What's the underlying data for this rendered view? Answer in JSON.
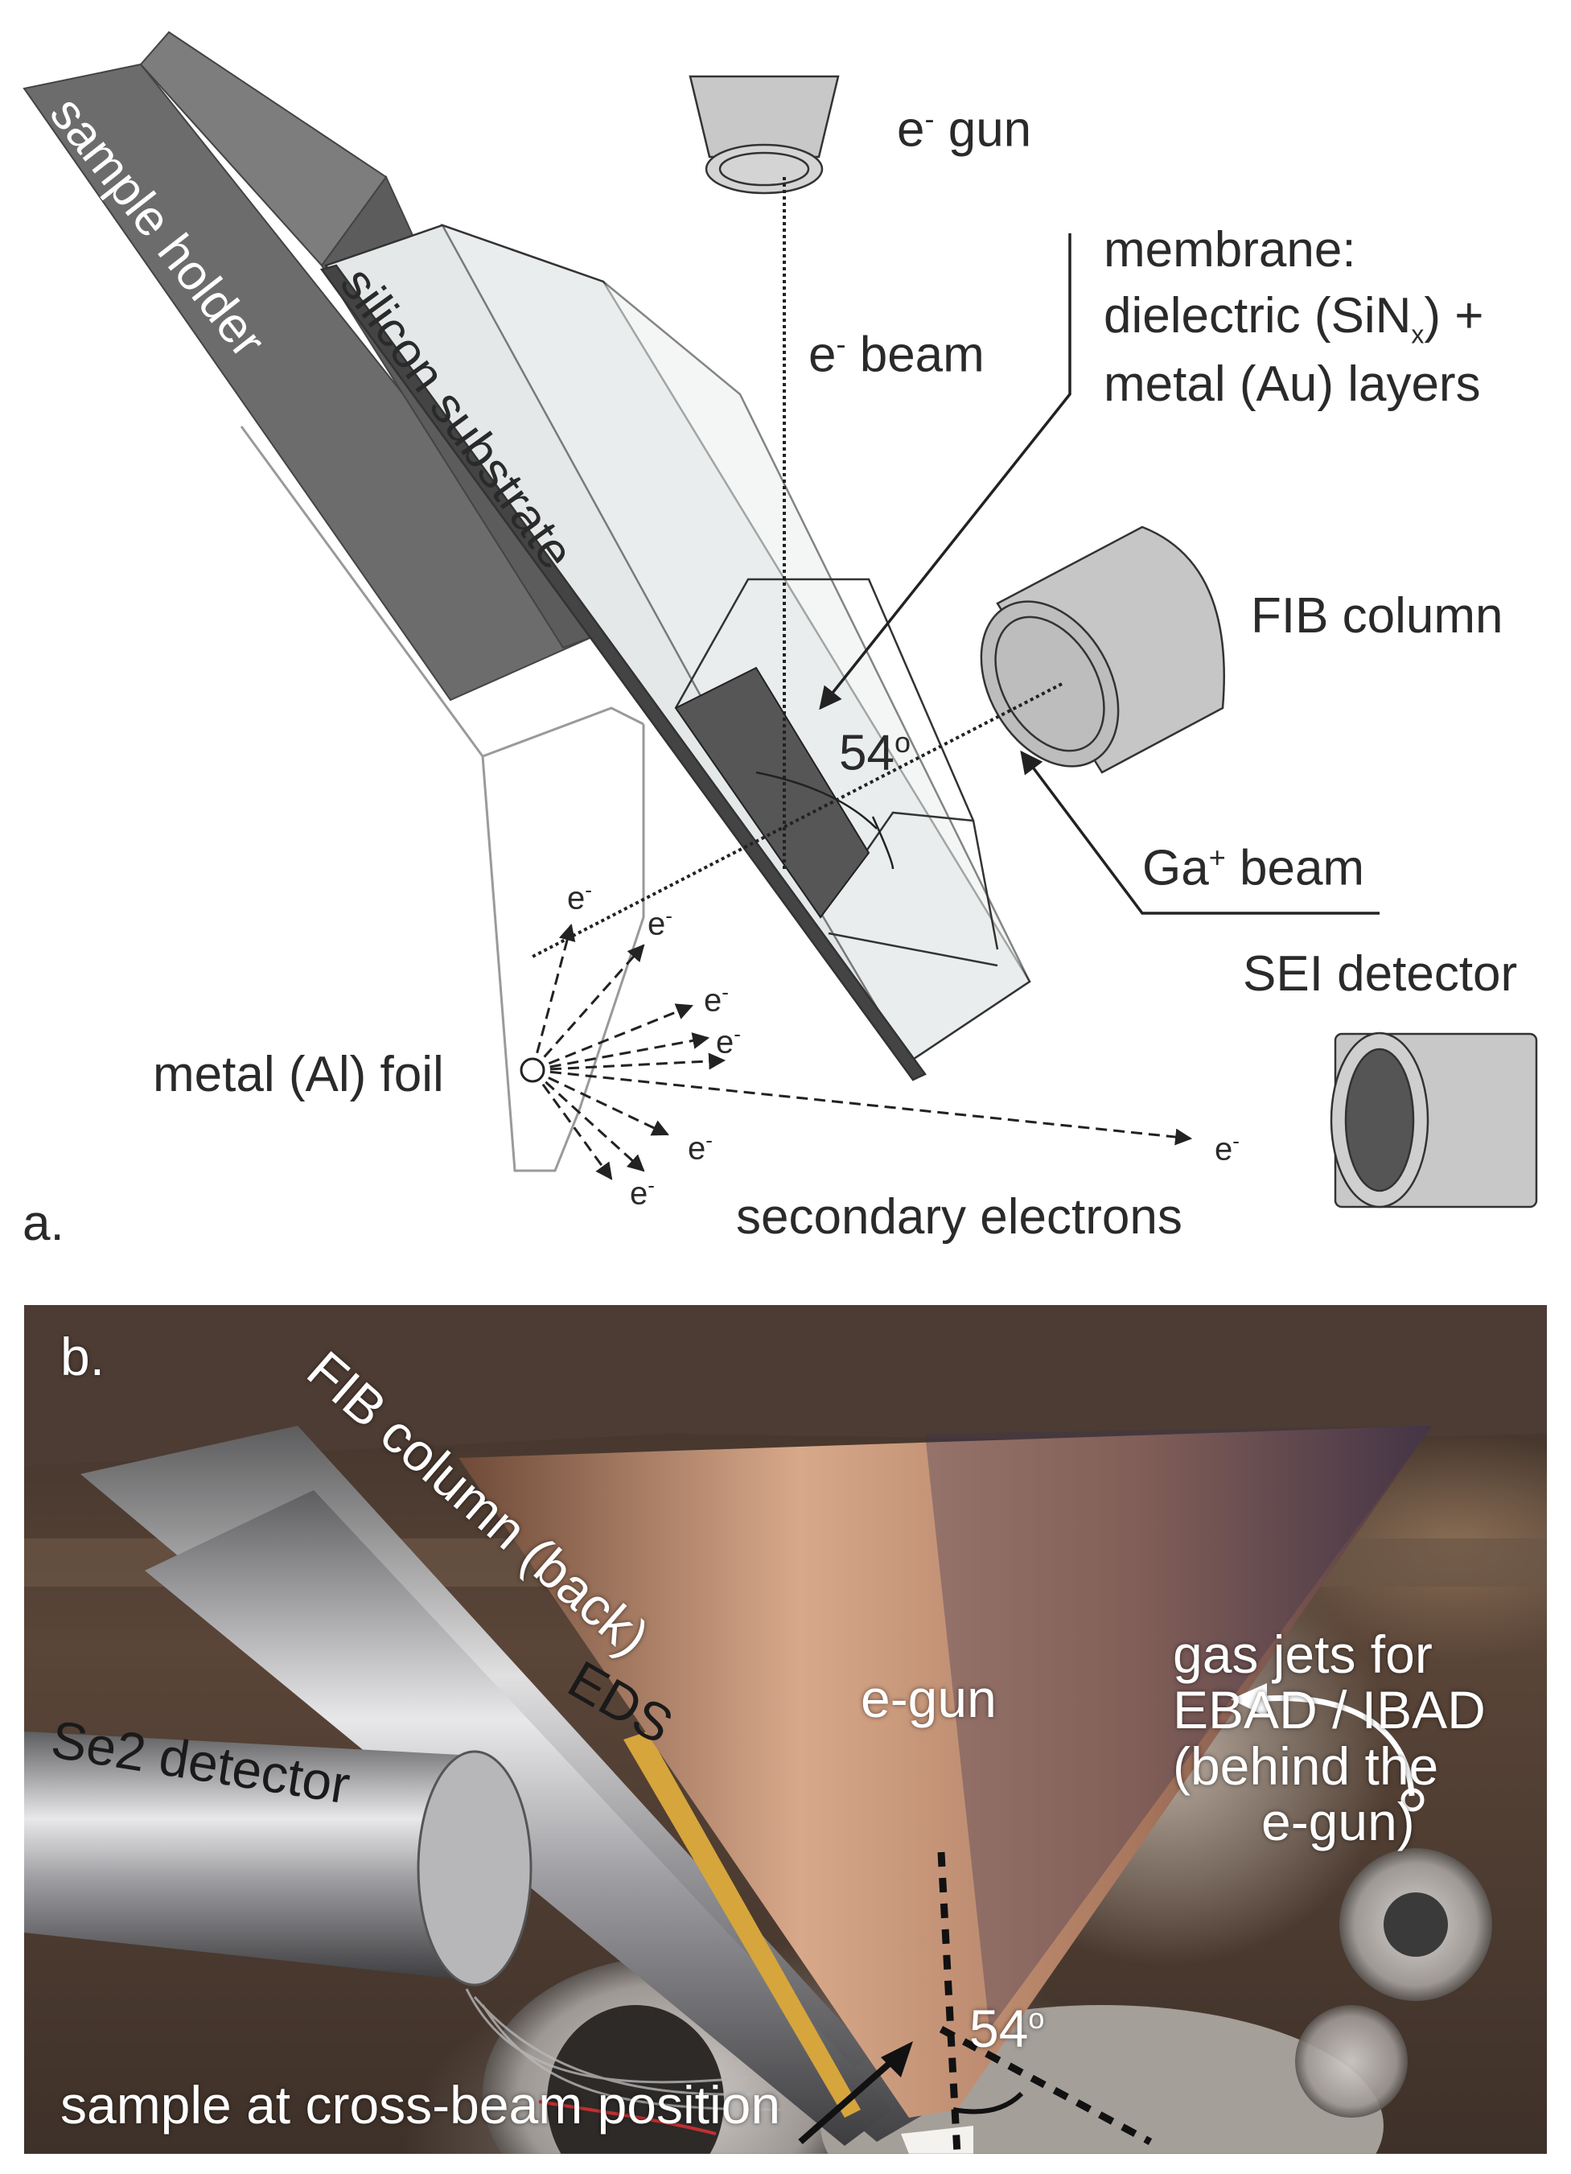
{
  "panel_a": {
    "panel_label": "a.",
    "sample_holder": "sample holder",
    "silicon_substrate": "silicon substrate",
    "e_gun": {
      "base": "e",
      "sup": "-",
      "rest": " gun"
    },
    "e_beam": {
      "base": "e",
      "sup": "-",
      "rest": " beam"
    },
    "membrane": {
      "line1": "membrane:",
      "line2_pre": "dielectric (SiN",
      "line2_sub": "x",
      "line2_post": ") +",
      "line3": "metal (Au) layers"
    },
    "fib_column": "FIB column",
    "angle": "54",
    "angle_sup": "o",
    "ga_beam": {
      "base": "Ga",
      "sup": "+",
      "rest": " beam"
    },
    "sei_detector": "SEI detector",
    "metal_foil": "metal (Al) foil",
    "secondary_electrons": "secondary electrons",
    "electron": "e",
    "electron_sup": "-"
  },
  "panel_b": {
    "panel_label": "b.",
    "fib_column_back": "FIB column (back)",
    "eds": "EDS",
    "se2_detector": "Se2 detector",
    "e_gun": "e-gun",
    "gas_jets": [
      "gas jets for",
      "EBAD / IBAD",
      "(behind the",
      "e-gun)"
    ],
    "angle": "54",
    "angle_sup": "o",
    "sample": "sample at cross-beam position"
  },
  "colors": {
    "holder_dark": "#6b6b6b",
    "substrate_light": "#e6e9e9",
    "membrane_dark": "#5a5a5a",
    "component_grey": "#c4c4c4",
    "copper": "#b07a5c"
  }
}
